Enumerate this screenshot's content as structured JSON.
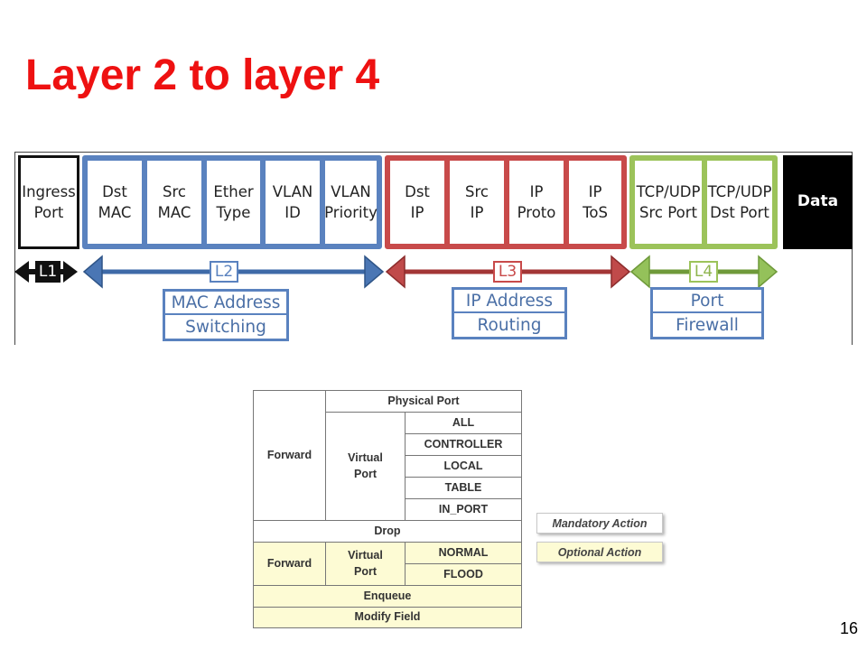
{
  "title": "Layer 2 to layer 4",
  "page_number": "16",
  "header": {
    "fields": [
      {
        "label": "Ingress\nPort",
        "layer": "L1"
      },
      {
        "label": "Dst\nMAC",
        "layer": "L2"
      },
      {
        "label": "Src\nMAC",
        "layer": "L2"
      },
      {
        "label": "Ether\nType",
        "layer": "L2"
      },
      {
        "label": "VLAN\nID",
        "layer": "L2"
      },
      {
        "label": "VLAN\nPriority",
        "layer": "L2"
      },
      {
        "label": "Dst\nIP",
        "layer": "L3"
      },
      {
        "label": "Src\nIP",
        "layer": "L3"
      },
      {
        "label": "IP\nProto",
        "layer": "L3"
      },
      {
        "label": "IP\nToS",
        "layer": "L3"
      },
      {
        "label": "TCP/UDP\nSrc Port",
        "layer": "L4"
      },
      {
        "label": "TCP/UDP\nDst Port",
        "layer": "L4"
      },
      {
        "label": "Data",
        "layer": "data"
      }
    ],
    "layers": [
      {
        "tag": "L1",
        "capability": []
      },
      {
        "tag": "L2",
        "capability": [
          "MAC Address",
          "Switching"
        ]
      },
      {
        "tag": "L3",
        "capability": [
          "IP Address",
          "Routing"
        ]
      },
      {
        "tag": "L4",
        "capability": [
          "Port",
          "Firewall"
        ]
      }
    ],
    "colors": {
      "l1": "#111111",
      "l2": "#5a82bf",
      "l3": "#c84a4a",
      "l4": "#9cc35a",
      "data": "#000000"
    }
  },
  "actions": {
    "forward": "Forward",
    "physical_port": "Physical Port",
    "virtual_port": "Virtual\nPort",
    "virtual_ports": [
      "ALL",
      "CONTROLLER",
      "LOCAL",
      "TABLE",
      "IN_PORT"
    ],
    "drop": "Drop",
    "optional_forward": "Forward",
    "optional_virtual_port": "Virtual\nPort",
    "optional_virtual_ports": [
      "NORMAL",
      "FLOOD"
    ],
    "enqueue": "Enqueue",
    "modify_field": "Modify Field"
  },
  "legend": {
    "mandatory": "Mandatory Action",
    "optional": "Optional Action",
    "mandatory_color": "#ffffff",
    "optional_color": "#fdfbd4"
  }
}
